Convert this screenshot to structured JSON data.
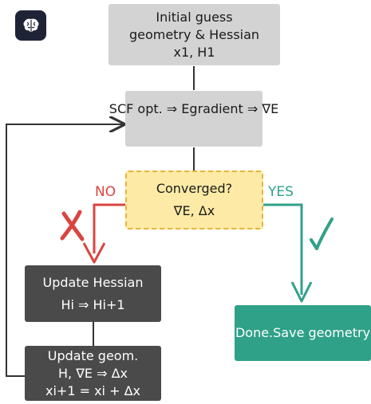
{
  "nodes": {
    "initial": {
      "lines": [
        "Initial guess",
        "geometry & Hessian",
        "x1, H1"
      ]
    },
    "scf": {
      "lines": [
        "SCF opt. ⇒ Egradient ⇒ ∇E"
      ]
    },
    "converged": {
      "lines": [
        "Converged?",
        "∇E, Δx"
      ]
    },
    "update_hessian": {
      "lines": [
        "Update Hessian",
        "Hi ⇒ Hi+1"
      ]
    },
    "update_geom": {
      "lines": [
        "Update geom.",
        "H, ∇E ⇒ Δx",
        "xi+1 = xi + Δx"
      ]
    },
    "done": {
      "lines": [
        "Done.Save geometry"
      ]
    }
  },
  "edge_labels": {
    "no": "NO",
    "yes": "YES"
  },
  "marks": {
    "cross": "cross-mark",
    "check": "check-mark"
  },
  "icons": {
    "badge": "brain-icon"
  },
  "colors": {
    "grey_box": "#d3d3d3",
    "dark_box": "#4a4a4a",
    "decision_fill": "#fdeaa6",
    "decision_border": "#e4b43a",
    "done_box": "#2fa188",
    "no_color": "#d9453f",
    "yes_color": "#2fa188",
    "line": "#333333"
  }
}
